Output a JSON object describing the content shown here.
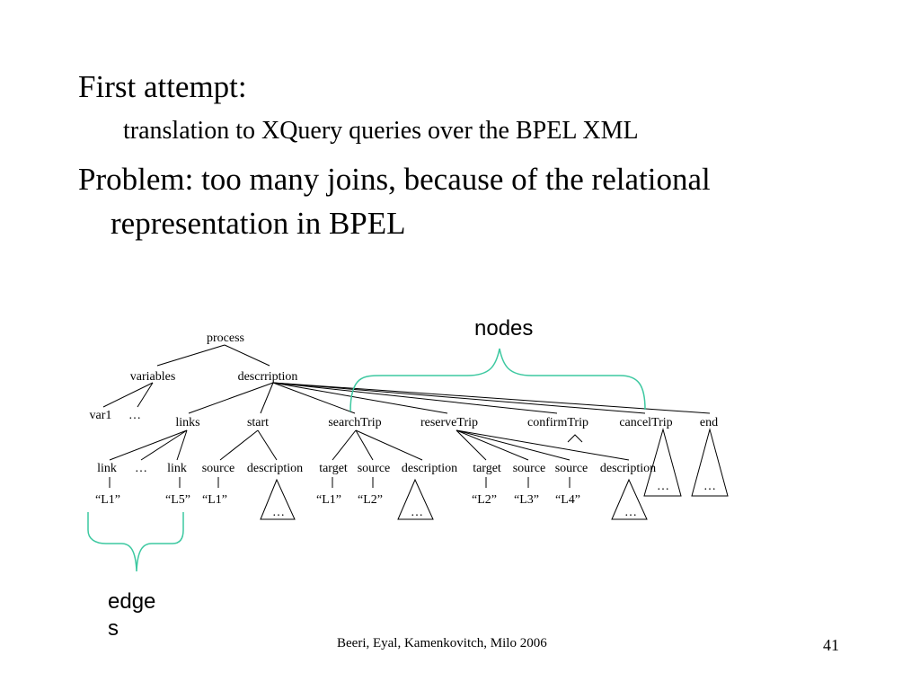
{
  "slide": {
    "line1": "First attempt:",
    "line2": "translation to XQuery queries over the BPEL XML",
    "line3": "Problem: too many joins, because of the relational",
    "line4": "representation in BPEL",
    "annotation_nodes": "nodes",
    "annotation_edges_1": "edge",
    "annotation_edges_2": "s",
    "footer": "Beeri, Eyal, Kamenkovitch, Milo  2006",
    "page_number": "41",
    "accent_color": "#3cc8a0"
  },
  "tree": {
    "nodes": [
      {
        "id": "process",
        "label": "process"
      },
      {
        "id": "variables",
        "label": "variables"
      },
      {
        "id": "descrription",
        "label": "descrription"
      },
      {
        "id": "var1",
        "label": "var1"
      },
      {
        "id": "var_more",
        "label": "…"
      },
      {
        "id": "links",
        "label": "links"
      },
      {
        "id": "start",
        "label": "start"
      },
      {
        "id": "searchTrip",
        "label": "searchTrip"
      },
      {
        "id": "reserveTrip",
        "label": "reserveTrip"
      },
      {
        "id": "confirmTrip",
        "label": "confirmTrip"
      },
      {
        "id": "cancelTrip",
        "label": "cancelTrip"
      },
      {
        "id": "end",
        "label": "end"
      },
      {
        "id": "link1",
        "label": "link"
      },
      {
        "id": "link_more",
        "label": "…"
      },
      {
        "id": "link5",
        "label": "link"
      },
      {
        "id": "start_source",
        "label": "source"
      },
      {
        "id": "start_description",
        "label": "description"
      },
      {
        "id": "st_target",
        "label": "target"
      },
      {
        "id": "st_source",
        "label": "source"
      },
      {
        "id": "st_description",
        "label": "description"
      },
      {
        "id": "rt_target",
        "label": "target"
      },
      {
        "id": "rt_source1",
        "label": "source"
      },
      {
        "id": "rt_source2",
        "label": "source"
      },
      {
        "id": "rt_description",
        "label": "description"
      },
      {
        "id": "val_L1_a",
        "label": "“L1”"
      },
      {
        "id": "val_L5",
        "label": "“L5”"
      },
      {
        "id": "val_L1_b",
        "label": "“L1”"
      },
      {
        "id": "val_L1_c",
        "label": "“L1”"
      },
      {
        "id": "val_L2_a",
        "label": "“L2”"
      },
      {
        "id": "val_L2_b",
        "label": "“L2”"
      },
      {
        "id": "val_L3",
        "label": "“L3”"
      },
      {
        "id": "val_L4",
        "label": "“L4”"
      }
    ],
    "subtree_label": "…"
  }
}
